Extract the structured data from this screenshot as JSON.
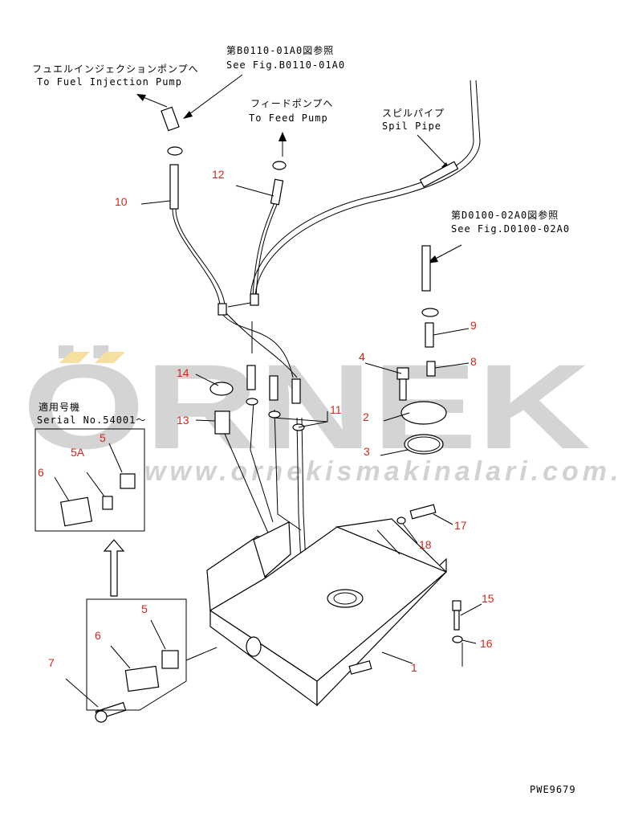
{
  "watermark": {
    "logo": "ÖRNEK",
    "url": "www.ornekismakinalari.com.tr",
    "accent_color": "#f5e0a0"
  },
  "annotations": {
    "fuel_injection_jp": "フュエルインジェクションポンプへ",
    "fuel_injection_en": "To Fuel Injection Pump",
    "ref_b_jp": "第B0110-01A0図参照",
    "ref_b_en": "See Fig.B0110-01A0",
    "feed_pump_jp": "フィードポンプへ",
    "feed_pump_en": "To Feed Pump",
    "spill_pipe_jp": "スピルパイプ",
    "spill_pipe_en": "Spil Pipe",
    "ref_d_jp": "第D0100-02A0図参照",
    "ref_d_en": "See Fig.D0100-02A0",
    "serial_jp": "適用号機",
    "serial_en": "Serial No.54001～",
    "code": "PWE9679"
  },
  "part_numbers": [
    "1",
    "2",
    "3",
    "4",
    "5",
    "5A",
    "6",
    "7",
    "8",
    "9",
    "10",
    "11",
    "12",
    "13",
    "14",
    "15",
    "16",
    "17",
    "18"
  ]
}
